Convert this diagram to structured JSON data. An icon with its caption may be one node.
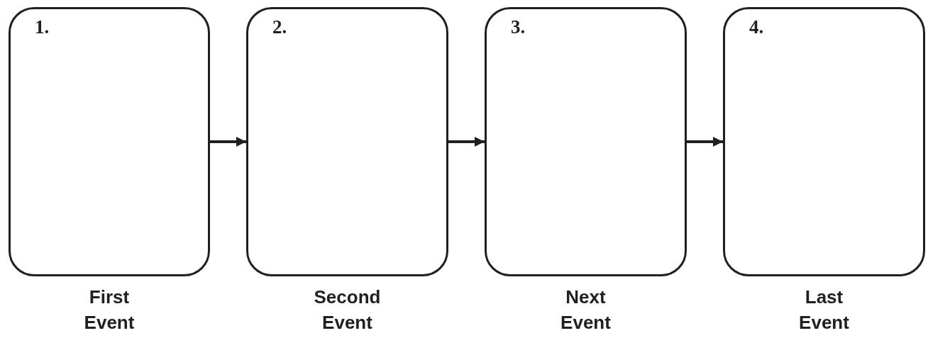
{
  "diagram": {
    "nodes": [
      {
        "text": [
          "1."
        ],
        "beside": [
          "First Event"
        ]
      },
      {
        "text": [
          "2."
        ],
        "beside": [
          "Second Event"
        ]
      },
      {
        "text": [
          "3."
        ],
        "beside": [
          "Next Event"
        ]
      },
      {
        "text": [
          "4."
        ],
        "beside": [
          "Last Event"
        ]
      }
    ],
    "edges": [
      {
        "from": 0,
        "to": 1,
        "arrow": "to"
      },
      {
        "from": 1,
        "to": 2,
        "arrow": "to"
      },
      {
        "from": 2,
        "to": 3,
        "arrow": "to"
      }
    ]
  }
}
